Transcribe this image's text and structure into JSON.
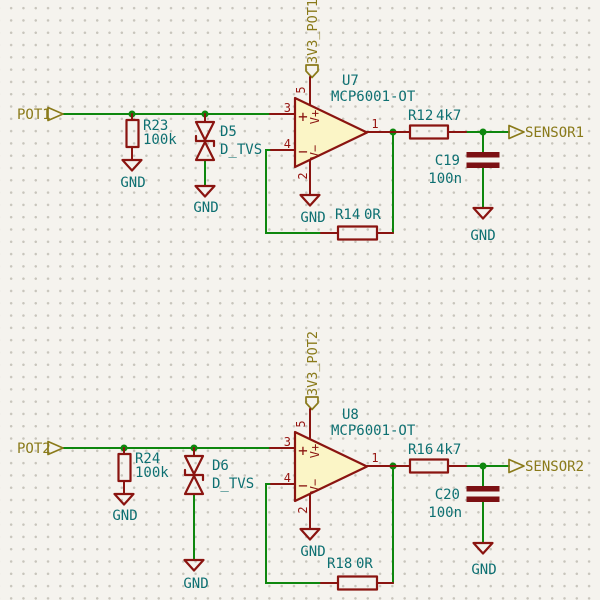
{
  "colors": {
    "background": "#F5F3EE",
    "grid_dot": "#C8C5BC",
    "wire": "#0E870E",
    "symbol_outline": "#8A1410",
    "symbol_fill": "#FBF5C6",
    "field_text": "#0E7072",
    "net_label": "#8A7A1A",
    "pin_number": "#961410"
  },
  "circuits": [
    {
      "id": "channel-1",
      "input_label": "POT1",
      "power_label": "3V3_POT1",
      "output_label": "SENSOR1",
      "opamp": {
        "ref": "U7",
        "value": "MCP6001-OT",
        "pin_noninv": "3",
        "pin_inv": "4",
        "pin_vdd": "5",
        "pin_vss": "2",
        "pin_out": "1",
        "noninv_sign": "+",
        "inv_sign": "−",
        "vdd_label": "V+",
        "vss_label": "V−"
      },
      "input_resistor": {
        "ref": "R23",
        "value": "100k"
      },
      "tvs_diode": {
        "ref": "D5",
        "value": "D_TVS"
      },
      "feedback_resistor": {
        "ref": "R14",
        "value": "0R"
      },
      "output_resistor": {
        "ref": "R12",
        "value": "4k7"
      },
      "filter_capacitor": {
        "ref": "C19",
        "value": "100n"
      },
      "gnd": "GND"
    },
    {
      "id": "channel-2",
      "input_label": "POT2",
      "power_label": "3V3_POT2",
      "output_label": "SENSOR2",
      "opamp": {
        "ref": "U8",
        "value": "MCP6001-OT",
        "pin_noninv": "3",
        "pin_inv": "4",
        "pin_vdd": "5",
        "pin_vss": "2",
        "pin_out": "1",
        "noninv_sign": "+",
        "inv_sign": "−",
        "vdd_label": "V+",
        "vss_label": "V−"
      },
      "input_resistor": {
        "ref": "R24",
        "value": "100k"
      },
      "tvs_diode": {
        "ref": "D6",
        "value": "D_TVS"
      },
      "feedback_resistor": {
        "ref": "R18",
        "value": "0R"
      },
      "output_resistor": {
        "ref": "R16",
        "value": "4k7"
      },
      "filter_capacitor": {
        "ref": "C20",
        "value": "100n"
      },
      "gnd": "GND"
    }
  ]
}
